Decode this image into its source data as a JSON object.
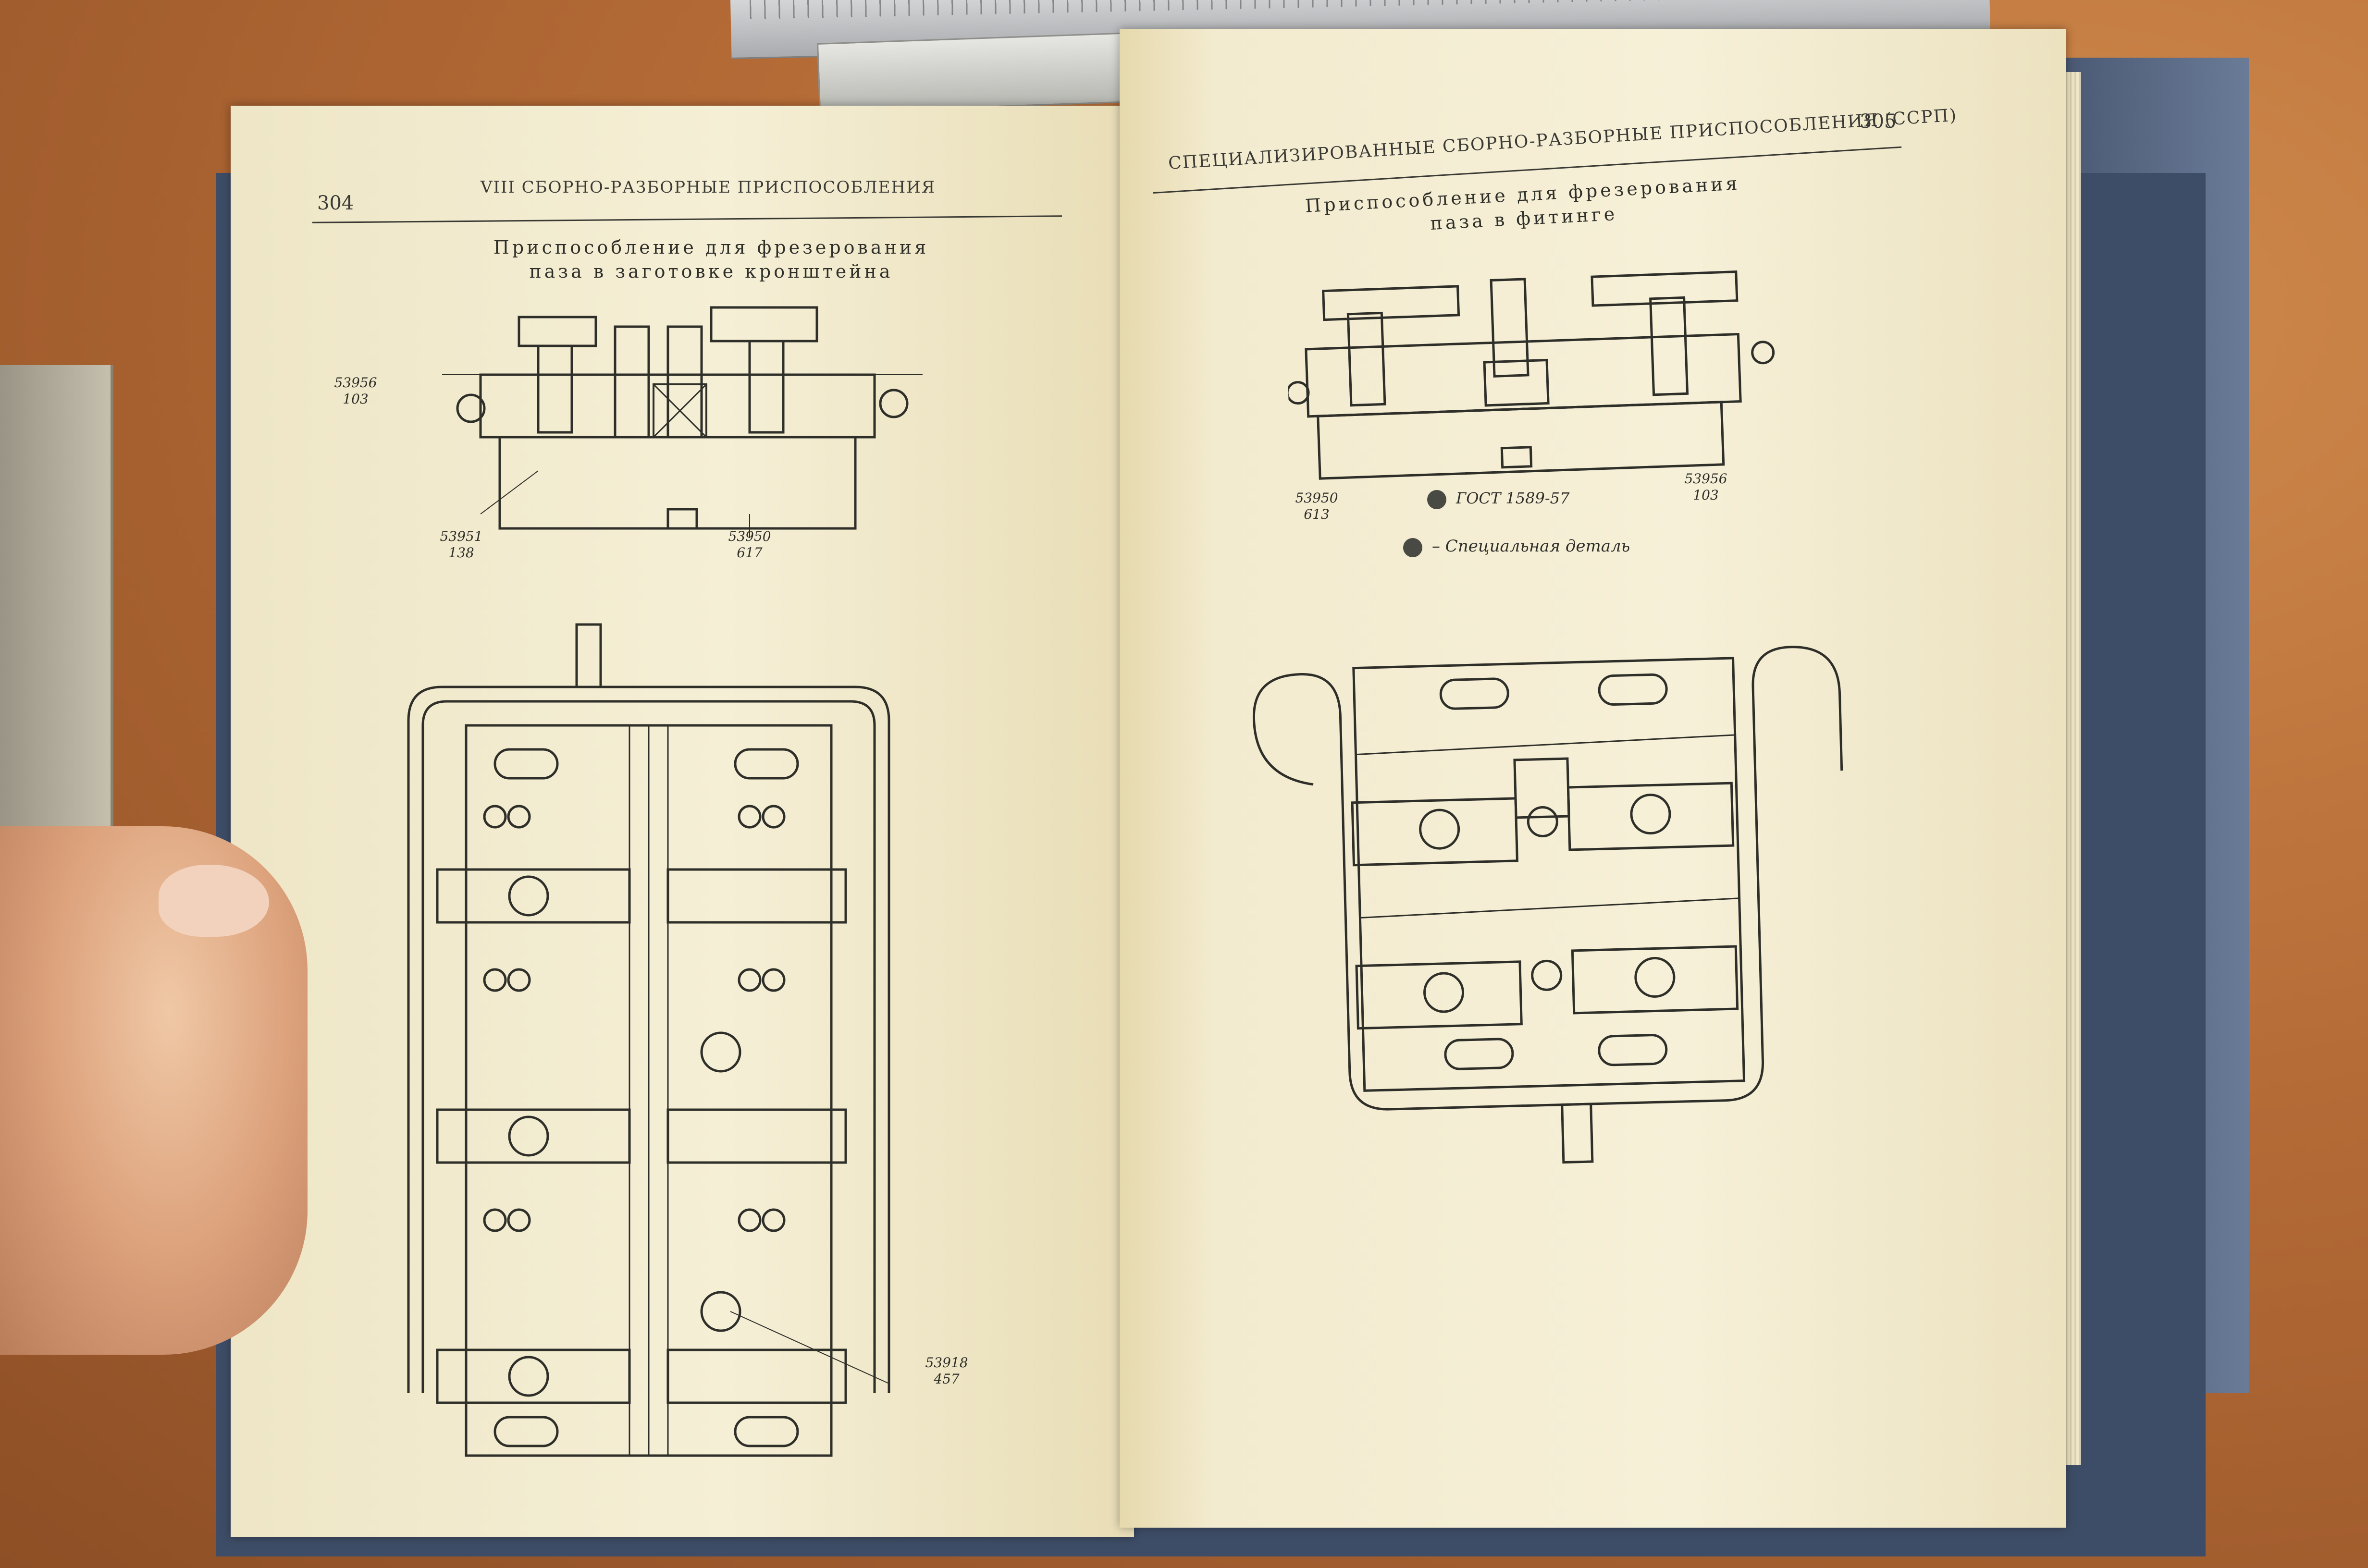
{
  "left_page": {
    "page_number": "304",
    "running_head": "VIII  СБОРНО-РАЗБОРНЫЕ ПРИСПОСОБЛЕНИЯ",
    "caption_line1": "Приспособление для фрезерования",
    "caption_line2": "паза в заготовке кронштейна",
    "labels": [
      {
        "num": "53956",
        "den": "103"
      },
      {
        "num": "53951",
        "den": "138"
      },
      {
        "num": "53950",
        "den": "617"
      },
      {
        "num": "53918",
        "den": "457"
      }
    ]
  },
  "right_page": {
    "page_number": "305",
    "running_head": "СПЕЦИАЛИЗИРОВАННЫЕ СБОРНО-РАЗБОРНЫЕ ПРИСПОСОБЛЕНИЯ (ССРП)",
    "caption_line1": "Приспособление для фрезерования",
    "caption_line2": "паза в фитинге",
    "labels": [
      {
        "num": "53950",
        "den": "613"
      },
      {
        "num": "53956",
        "den": "103"
      }
    ],
    "gost": "ГОСТ 1589-57",
    "legend": "– Специальная деталь"
  }
}
